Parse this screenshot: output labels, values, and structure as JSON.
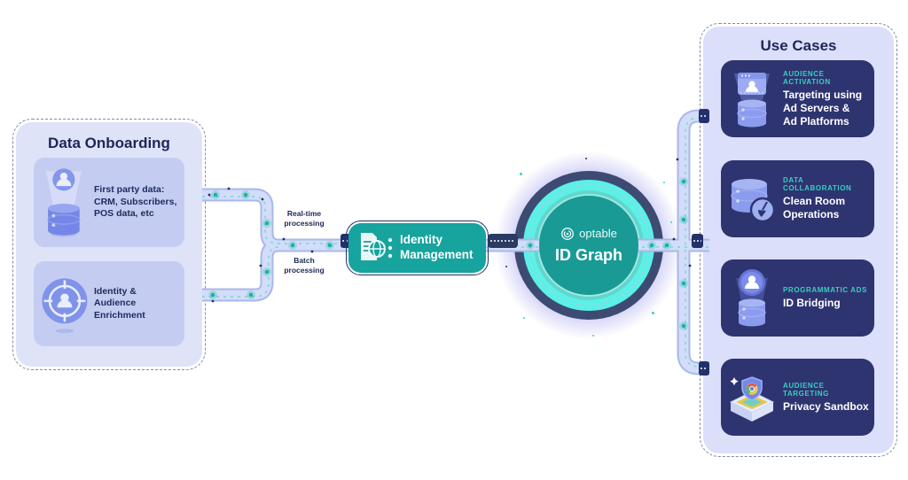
{
  "left_panel": {
    "title": "Data Onboarding",
    "cards": [
      {
        "icon": "projection-database-icon",
        "text": "First party data:\nCRM, Subscribers,\nPOS data, etc"
      },
      {
        "icon": "audience-target-icon",
        "text": "Identity &\nAudience\nEnrichment"
      }
    ]
  },
  "flow": {
    "top_label": "Real-time\nprocessing",
    "bottom_label": "Batch\nprocessing"
  },
  "identity_box": {
    "label": "Identity\nManagement",
    "icon": "document-globe-icon"
  },
  "id_graph": {
    "brand": "optable",
    "label": "ID Graph",
    "icon": "optable-spiral-logo"
  },
  "right_panel": {
    "title": "Use Cases",
    "cards": [
      {
        "eyebrow": "AUDIENCE ACTIVATION",
        "title": "Targeting using\nAd Servers &\nAd Platforms",
        "icon": "browser-audience-server-icon"
      },
      {
        "eyebrow": "DATA COLLABORATION",
        "title": "Clean Room\nOperations",
        "icon": "clean-room-database-icon"
      },
      {
        "eyebrow": "PROGRAMMATIC ADS",
        "title": "ID Bridging",
        "icon": "programmatic-audience-icon"
      },
      {
        "eyebrow": "AUDIENCE TARGETING",
        "title": "Privacy Sandbox",
        "icon": "privacy-sandbox-icon"
      }
    ]
  },
  "colors": {
    "teal": "#17a39e",
    "bright_cyan": "#58f1e7",
    "navy_card": "#2e3470",
    "dark_navy_text": "#1c2758",
    "eyebrow_teal": "#38cfc0",
    "panel_lavender": "#dee3f8",
    "inner_card_lavender": "#c4cdf1",
    "pipe_fill": "#d3dcf8",
    "icon_blue": "#8093ea"
  }
}
